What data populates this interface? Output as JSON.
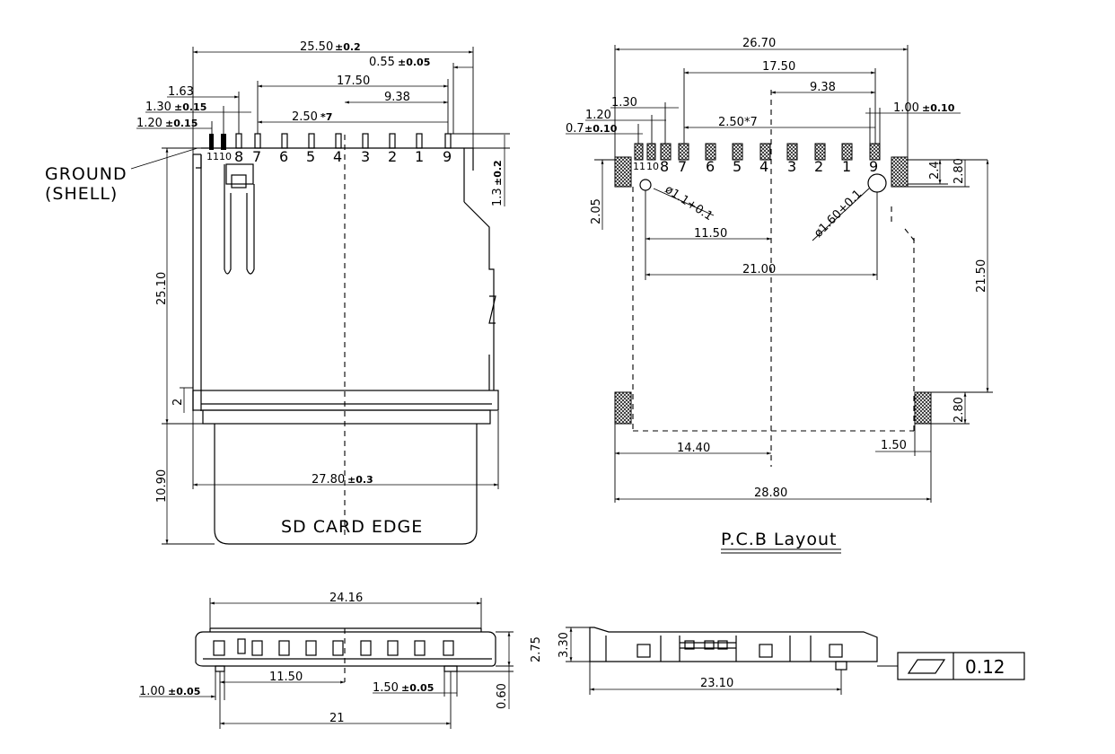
{
  "front_view": {
    "dim_overall_width": "25.50",
    "dim_overall_width_tol": "±0.2",
    "dim_pin9_offset": "0.55",
    "dim_pin9_offset_tol": "±0.05",
    "dim_pin8_to_9": "17.50",
    "dim_center_to_9": "9.38",
    "dim_163": "1.63",
    "dim_130": "1.30",
    "dim_130_tol": "±0.15",
    "dim_120": "1.20",
    "dim_120_tol": "±0.15",
    "dim_pitch": "2.50",
    "dim_pitch_mult": "*7",
    "dim_13": "1.3",
    "dim_13_tol": "±0.2",
    "dim_height": "25.10",
    "dim_2": "2",
    "dim_bottom_width": "27.80",
    "dim_bottom_width_tol": "±0.3",
    "dim_card_ext": "10.90",
    "ground_label_1": "GROUND",
    "ground_label_2": "(SHELL)",
    "card_edge_label": "SD CARD EDGE",
    "pins": [
      "11",
      "10",
      "8",
      "7",
      "6",
      "5",
      "4",
      "3",
      "2",
      "1",
      "9"
    ]
  },
  "pcb_layout": {
    "title": "P.C.B Layout",
    "dim_2670": "26.70",
    "dim_1750": "17.50",
    "dim_938": "9.38",
    "dim_130": "1.30",
    "dim_120": "1.20",
    "dim_07": "0.7",
    "dim_07_tol": "±0.10",
    "dim_pitch": "2.50*7",
    "dim_100": "1.00",
    "dim_100_tol": "±0.10",
    "dim_205": "2.05",
    "dim_hole_small": "ø1.1+0.1",
    "dim_hole_large": "ø1.60+0.1",
    "dim_24": "2.4",
    "dim_280_top": "2.80",
    "dim_1150": "11.50",
    "dim_2100": "21.00",
    "dim_2150": "21.50",
    "dim_280_bottom": "2.80",
    "dim_1440": "14.40",
    "dim_150": "1.50",
    "dim_2880": "28.80",
    "pins": [
      "11",
      "10",
      "8",
      "7",
      "6",
      "5",
      "4",
      "3",
      "2",
      "1",
      "9"
    ]
  },
  "bottom_view": {
    "dim_2416": "24.16",
    "dim_275": "2.75",
    "dim_1150": "11.50",
    "dim_100": "1.00",
    "dim_100_tol": "±0.05",
    "dim_150": "1.50",
    "dim_150_tol": "±0.05",
    "dim_060": "0.60",
    "dim_21": "21"
  },
  "side_view": {
    "dim_330": "3.30",
    "dim_2310": "23.10",
    "flatness_value": "0.12"
  }
}
